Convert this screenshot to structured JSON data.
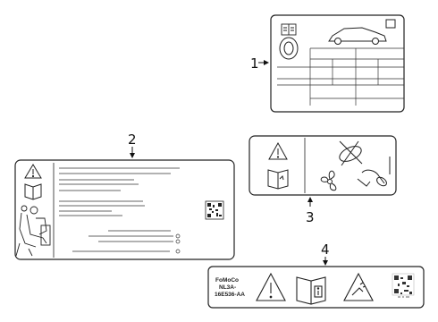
{
  "diagram": {
    "callouts": {
      "c1": "1",
      "c2": "2",
      "c3": "3",
      "c4": "4"
    },
    "label4": {
      "line1": "FoMoCo",
      "line2": "NL3A-",
      "line3": "16E536-AA"
    },
    "icons": {
      "label1": [
        "car-icon",
        "book-icon",
        "oil-cap-icon",
        "tire-icon"
      ],
      "label2": [
        "warning-triangle-icon",
        "book-icon",
        "seat-icon",
        "qr-code-icon"
      ],
      "label3": [
        "warning-triangle-icon",
        "book-icon",
        "fan-icon",
        "crossed-hand-icon",
        "hose-icon"
      ],
      "label4": [
        "warning-triangle-icon",
        "info-book-icon",
        "caution-hand-icon",
        "qr-code-icon"
      ]
    }
  }
}
